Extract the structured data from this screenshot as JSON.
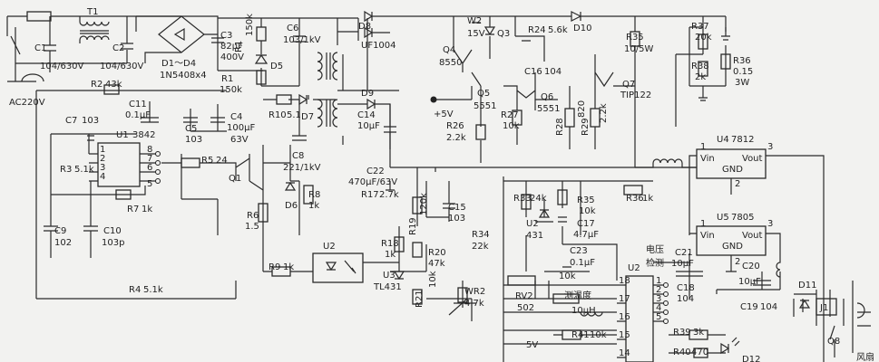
{
  "labels": [
    {
      "id": "t1",
      "text": "T1"
    },
    {
      "id": "c1",
      "text": "C1"
    },
    {
      "id": "c1v",
      "text": "104/630V"
    },
    {
      "id": "c2",
      "text": "C2"
    },
    {
      "id": "c2v",
      "text": "104/630V"
    },
    {
      "id": "d14",
      "text": "D1～D4"
    },
    {
      "id": "d14v",
      "text": "1N5408x4"
    },
    {
      "id": "ac",
      "text": "AC220V"
    },
    {
      "id": "c3",
      "text": "C3"
    },
    {
      "id": "c3v",
      "text": "82μF"
    },
    {
      "id": "c3v2",
      "text": "400V"
    },
    {
      "id": "r1",
      "text": "R1"
    },
    {
      "id": "r1v",
      "text": "150k"
    },
    {
      "id": "r1b",
      "text": "R1"
    },
    {
      "id": "r1bv",
      "text": "150k"
    },
    {
      "id": "d5",
      "text": "D5"
    },
    {
      "id": "c6",
      "text": "C6"
    },
    {
      "id": "c6v",
      "text": "103/1kV"
    },
    {
      "id": "d8",
      "text": "D8"
    },
    {
      "id": "d8v",
      "text": "UF1004"
    },
    {
      "id": "d9",
      "text": "D9"
    },
    {
      "id": "c14",
      "text": "C14"
    },
    {
      "id": "c14v",
      "text": "10μF"
    },
    {
      "id": "w2",
      "text": "W2"
    },
    {
      "id": "w2v",
      "text": "15V"
    },
    {
      "id": "q3",
      "text": "Q3"
    },
    {
      "id": "q4",
      "text": "Q4"
    },
    {
      "id": "q4v",
      "text": "8550"
    },
    {
      "id": "r24",
      "text": "R24"
    },
    {
      "id": "r24v",
      "text": "5.6k"
    },
    {
      "id": "c16",
      "text": "C16"
    },
    {
      "id": "c16v",
      "text": "104"
    },
    {
      "id": "q5",
      "text": "Q5"
    },
    {
      "id": "q5v",
      "text": "5551"
    },
    {
      "id": "q6",
      "text": "Q6"
    },
    {
      "id": "q6v",
      "text": "5551"
    },
    {
      "id": "plus5v",
      "text": "+5V"
    },
    {
      "id": "r26",
      "text": "R26"
    },
    {
      "id": "r26v",
      "text": "2.2k"
    },
    {
      "id": "r27",
      "text": "R27"
    },
    {
      "id": "r27v",
      "text": "10k"
    },
    {
      "id": "r28",
      "text": "R28"
    },
    {
      "id": "r28v",
      "text": "820"
    },
    {
      "id": "r29",
      "text": "R29"
    },
    {
      "id": "r29v",
      "text": "2.2k"
    },
    {
      "id": "d10",
      "text": "D10"
    },
    {
      "id": "r35t",
      "text": "R35"
    },
    {
      "id": "r35tv",
      "text": "10/5W"
    },
    {
      "id": "q7",
      "text": "Q7"
    },
    {
      "id": "q7v",
      "text": "TIP122"
    },
    {
      "id": "r37",
      "text": "R37"
    },
    {
      "id": "r37v",
      "text": "20k"
    },
    {
      "id": "r38",
      "text": "R38"
    },
    {
      "id": "r38v",
      "text": "2k"
    },
    {
      "id": "r36t",
      "text": "R36"
    },
    {
      "id": "r36tv",
      "text": "0.15"
    },
    {
      "id": "r36tv2",
      "text": "3W"
    },
    {
      "id": "r2",
      "text": "R2"
    },
    {
      "id": "r2v",
      "text": "43k"
    },
    {
      "id": "c11",
      "text": "C11"
    },
    {
      "id": "c11v",
      "text": "0.1μF"
    },
    {
      "id": "c7",
      "text": "C7"
    },
    {
      "id": "c7v",
      "text": "103"
    },
    {
      "id": "u1",
      "text": "U1"
    },
    {
      "id": "u1v",
      "text": "3842"
    },
    {
      "id": "c5",
      "text": "C5"
    },
    {
      "id": "c5v",
      "text": "103"
    },
    {
      "id": "c4",
      "text": "C4"
    },
    {
      "id": "c4v",
      "text": "100μF"
    },
    {
      "id": "c4v2",
      "text": "63V"
    },
    {
      "id": "r10",
      "text": "R10"
    },
    {
      "id": "r10v",
      "text": "5.1"
    },
    {
      "id": "d7",
      "text": "D7"
    },
    {
      "id": "c8",
      "text": "C8"
    },
    {
      "id": "c8v",
      "text": "221/1kV"
    },
    {
      "id": "r3",
      "text": "R3"
    },
    {
      "id": "r3v",
      "text": "5.1k"
    },
    {
      "id": "r5",
      "text": "R5"
    },
    {
      "id": "r5v",
      "text": "24"
    },
    {
      "id": "q1",
      "text": "Q1"
    },
    {
      "id": "c22",
      "text": "C22"
    },
    {
      "id": "c22v",
      "text": "470μF/63V"
    },
    {
      "id": "r17",
      "text": "R17"
    },
    {
      "id": "r17v",
      "text": "2.7k"
    },
    {
      "id": "r7",
      "text": "R7"
    },
    {
      "id": "r7v",
      "text": "1k"
    },
    {
      "id": "d6",
      "text": "D6"
    },
    {
      "id": "r8",
      "text": "R8"
    },
    {
      "id": "r8v",
      "text": "1k"
    },
    {
      "id": "r6",
      "text": "R6"
    },
    {
      "id": "r6v",
      "text": "1.5"
    },
    {
      "id": "c9",
      "text": "C9"
    },
    {
      "id": "c9v",
      "text": "102"
    },
    {
      "id": "c10",
      "text": "C10"
    },
    {
      "id": "c10v",
      "text": "103p"
    },
    {
      "id": "u2opto",
      "text": "U2"
    },
    {
      "id": "r9",
      "text": "R9"
    },
    {
      "id": "r9v",
      "text": "1k"
    },
    {
      "id": "r4",
      "text": "R4"
    },
    {
      "id": "r4v",
      "text": "5.1k"
    },
    {
      "id": "r19",
      "text": "R19"
    },
    {
      "id": "r19v",
      "text": "120k"
    },
    {
      "id": "c15",
      "text": "C15"
    },
    {
      "id": "c15v",
      "text": "103"
    },
    {
      "id": "r18",
      "text": "R18"
    },
    {
      "id": "r18v",
      "text": "1k"
    },
    {
      "id": "r20",
      "text": "R20"
    },
    {
      "id": "r20v",
      "text": "47k"
    },
    {
      "id": "u3",
      "text": "U3"
    },
    {
      "id": "u3v",
      "text": "TL431"
    },
    {
      "id": "r21",
      "text": "R21"
    },
    {
      "id": "r21v",
      "text": "10k"
    },
    {
      "id": "wr2",
      "text": "WR2"
    },
    {
      "id": "wr2v",
      "text": "4.7k"
    },
    {
      "id": "r34",
      "text": "R34"
    },
    {
      "id": "r34v",
      "text": "22k"
    },
    {
      "id": "r33",
      "text": "R33"
    },
    {
      "id": "r33v",
      "text": "24k"
    },
    {
      "id": "r35b",
      "text": "R35"
    },
    {
      "id": "r35bv",
      "text": "10k"
    },
    {
      "id": "r36b",
      "text": "R36"
    },
    {
      "id": "r36bv",
      "text": "1k"
    },
    {
      "id": "u2b",
      "text": "U2"
    },
    {
      "id": "u2bv",
      "text": "431"
    },
    {
      "id": "c17",
      "text": "C17"
    },
    {
      "id": "c17v",
      "text": "4.7μF"
    },
    {
      "id": "c23",
      "text": "C23"
    },
    {
      "id": "c23v",
      "text": "0.1μF"
    },
    {
      "id": "rv2",
      "text": "RV2"
    },
    {
      "id": "rv2v",
      "text": "502"
    },
    {
      "id": "tenk",
      "text": "10k"
    },
    {
      "id": "cewendu",
      "text": "测温度"
    },
    {
      "id": "tenuh",
      "text": "10μH"
    },
    {
      "id": "r41",
      "text": "R41"
    },
    {
      "id": "r41v",
      "text": "10k"
    },
    {
      "id": "fivev",
      "text": "5V"
    },
    {
      "id": "u4",
      "text": "U4"
    },
    {
      "id": "u4v",
      "text": "7812"
    },
    {
      "id": "vin1",
      "text": "Vin"
    },
    {
      "id": "vout1",
      "text": "Vout"
    },
    {
      "id": "gnd1",
      "text": "GND"
    },
    {
      "id": "u5",
      "text": "U5"
    },
    {
      "id": "u5v",
      "text": "7805"
    },
    {
      "id": "vin2",
      "text": "Vin"
    },
    {
      "id": "vout2",
      "text": "Vout"
    },
    {
      "id": "gnd2",
      "text": "GND"
    },
    {
      "id": "dianya",
      "text": "电压"
    },
    {
      "id": "jiance",
      "text": "检测"
    },
    {
      "id": "c21",
      "text": "C21"
    },
    {
      "id": "c21v",
      "text": "10μF"
    },
    {
      "id": "c18",
      "text": "C18"
    },
    {
      "id": "c18v",
      "text": "104"
    },
    {
      "id": "c20",
      "text": "C20"
    },
    {
      "id": "c20v",
      "text": "10μF"
    },
    {
      "id": "c19",
      "text": "C19"
    },
    {
      "id": "c19v",
      "text": "104"
    },
    {
      "id": "u2c",
      "text": "U2"
    },
    {
      "id": "d11",
      "text": "D11"
    },
    {
      "id": "j1",
      "text": "J1"
    },
    {
      "id": "q8",
      "text": "Q8"
    },
    {
      "id": "fengshan",
      "text": "风扇"
    },
    {
      "id": "r39",
      "text": "R39"
    },
    {
      "id": "r39v",
      "text": "3k"
    },
    {
      "id": "r40",
      "text": "R40"
    },
    {
      "id": "r40v",
      "text": "470"
    },
    {
      "id": "d12",
      "text": "D12"
    },
    {
      "id": "p18",
      "text": "18"
    },
    {
      "id": "p17",
      "text": "17"
    },
    {
      "id": "p16",
      "text": "16"
    },
    {
      "id": "p15",
      "text": "15"
    },
    {
      "id": "p14",
      "text": "14"
    },
    {
      "id": "p1",
      "text": "1"
    },
    {
      "id": "p2",
      "text": "2"
    },
    {
      "id": "p3",
      "text": "3"
    },
    {
      "id": "p4",
      "text": "4"
    },
    {
      "id": "p5",
      "text": "5"
    },
    {
      "id": "u1p1",
      "text": "1"
    },
    {
      "id": "u1p2",
      "text": "2"
    },
    {
      "id": "u1p3",
      "text": "3"
    },
    {
      "id": "u1p4",
      "text": "4"
    },
    {
      "id": "u1p5",
      "text": "5"
    },
    {
      "id": "u1p6",
      "text": "6"
    },
    {
      "id": "u1p7",
      "text": "7"
    },
    {
      "id": "u1p8",
      "text": "8"
    },
    {
      "id": "u4p1",
      "text": "1"
    },
    {
      "id": "u4p2",
      "text": "2"
    },
    {
      "id": "u4p3",
      "text": "3"
    },
    {
      "id": "u5p1",
      "text": "1"
    },
    {
      "id": "u5p2",
      "text": "2"
    },
    {
      "id": "u5p3",
      "text": "3"
    }
  ]
}
